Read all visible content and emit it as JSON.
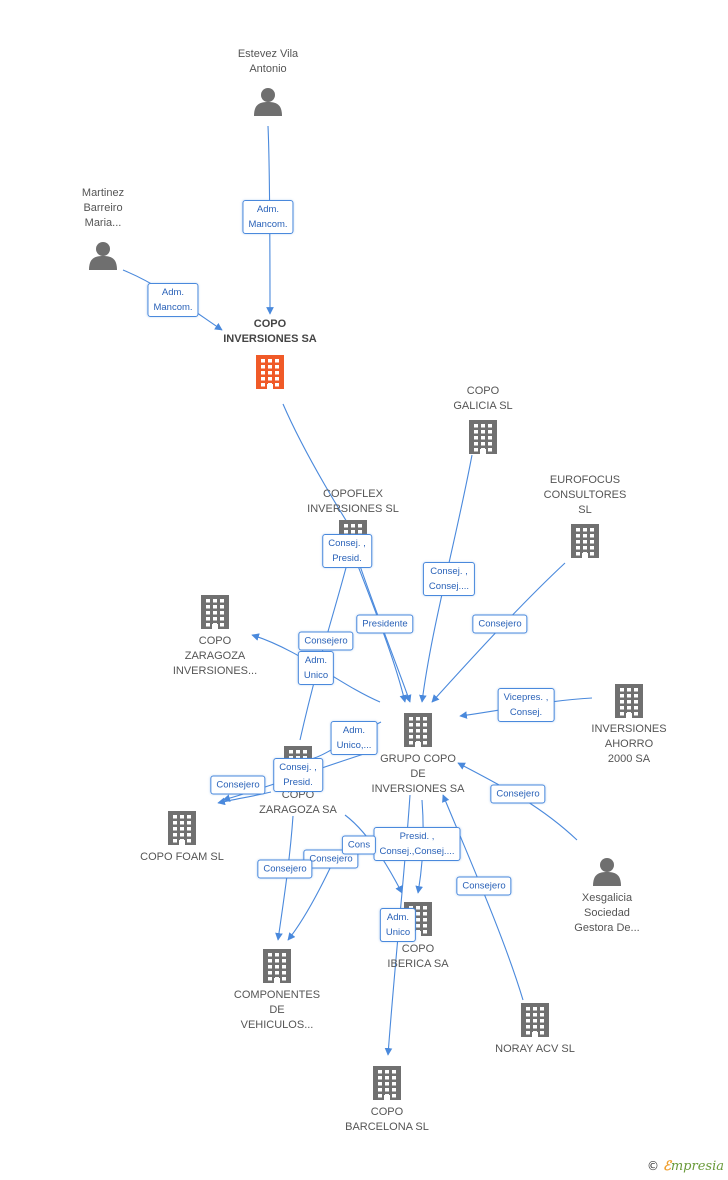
{
  "colors": {
    "edge": "#4a89dc",
    "building": "#707070",
    "main_building": "#f05a28",
    "person": "#6f6f6f"
  },
  "nodes": [
    {
      "id": "estevez",
      "kind": "person",
      "label": "Estevez Vila\nAntonio"
    },
    {
      "id": "martinez",
      "kind": "person",
      "label": "Martinez\nBarreiro\nMaria..."
    },
    {
      "id": "copo_inv",
      "kind": "company_main",
      "label": "COPO\nINVERSIONES SA"
    },
    {
      "id": "copo_galicia",
      "kind": "company",
      "label": "COPO\nGALICIA SL"
    },
    {
      "id": "eurofocus",
      "kind": "company",
      "label": "EUROFOCUS\nCONSULTORES\nSL"
    },
    {
      "id": "copoflex",
      "kind": "company",
      "label": "COPOFLEX\nINVERSIONES SL"
    },
    {
      "id": "copo_zar_inv",
      "kind": "company",
      "label": "COPO\nZARAGOZA\nINVERSIONES..."
    },
    {
      "id": "inv_ahorro",
      "kind": "company",
      "label": "INVERSIONES\nAHORRO\n2000 SA"
    },
    {
      "id": "grupo_copo",
      "kind": "company",
      "label": "GRUPO COPO\nDE\nINVERSIONES SA"
    },
    {
      "id": "copo_zaragoza",
      "kind": "company",
      "label": "COPO\nZARAGOZA SA"
    },
    {
      "id": "copo_foam",
      "kind": "company",
      "label": "COPO FOAM SL"
    },
    {
      "id": "xesgalicia",
      "kind": "person",
      "label": "Xesgalicia\nSociedad\nGestora De..."
    },
    {
      "id": "copo_iberica",
      "kind": "company",
      "label": "COPO\nIBERICA SA"
    },
    {
      "id": "componentes",
      "kind": "company",
      "label": "COMPONENTES\nDE\nVEHICULOS..."
    },
    {
      "id": "noray",
      "kind": "company",
      "label": "NORAY ACV SL"
    },
    {
      "id": "copo_barcelona",
      "kind": "company",
      "label": "COPO\nBARCELONA  SL"
    }
  ],
  "edge_labels": [
    "Adm.\nMancom.",
    "Adm.\nMancom.",
    "Consej. ,\nPresid.",
    "Consej. ,\nConsej....",
    "Consejero",
    "Presidente",
    "Consejero",
    "Adm.\nUnico",
    "Vicepres. ,\nConsej.",
    "Adm.\nUnico,...",
    "Consej. ,\nPresid.",
    "Consejero",
    "Consejero",
    "Presid. ,\nConsej.,Consej....",
    "Cons",
    "Consejero",
    "Consejero",
    "Consejero",
    "Adm.\nUnico"
  ],
  "footer": {
    "copyright": "©",
    "brand_first": "ℰ",
    "brand_rest": "mpresia"
  }
}
